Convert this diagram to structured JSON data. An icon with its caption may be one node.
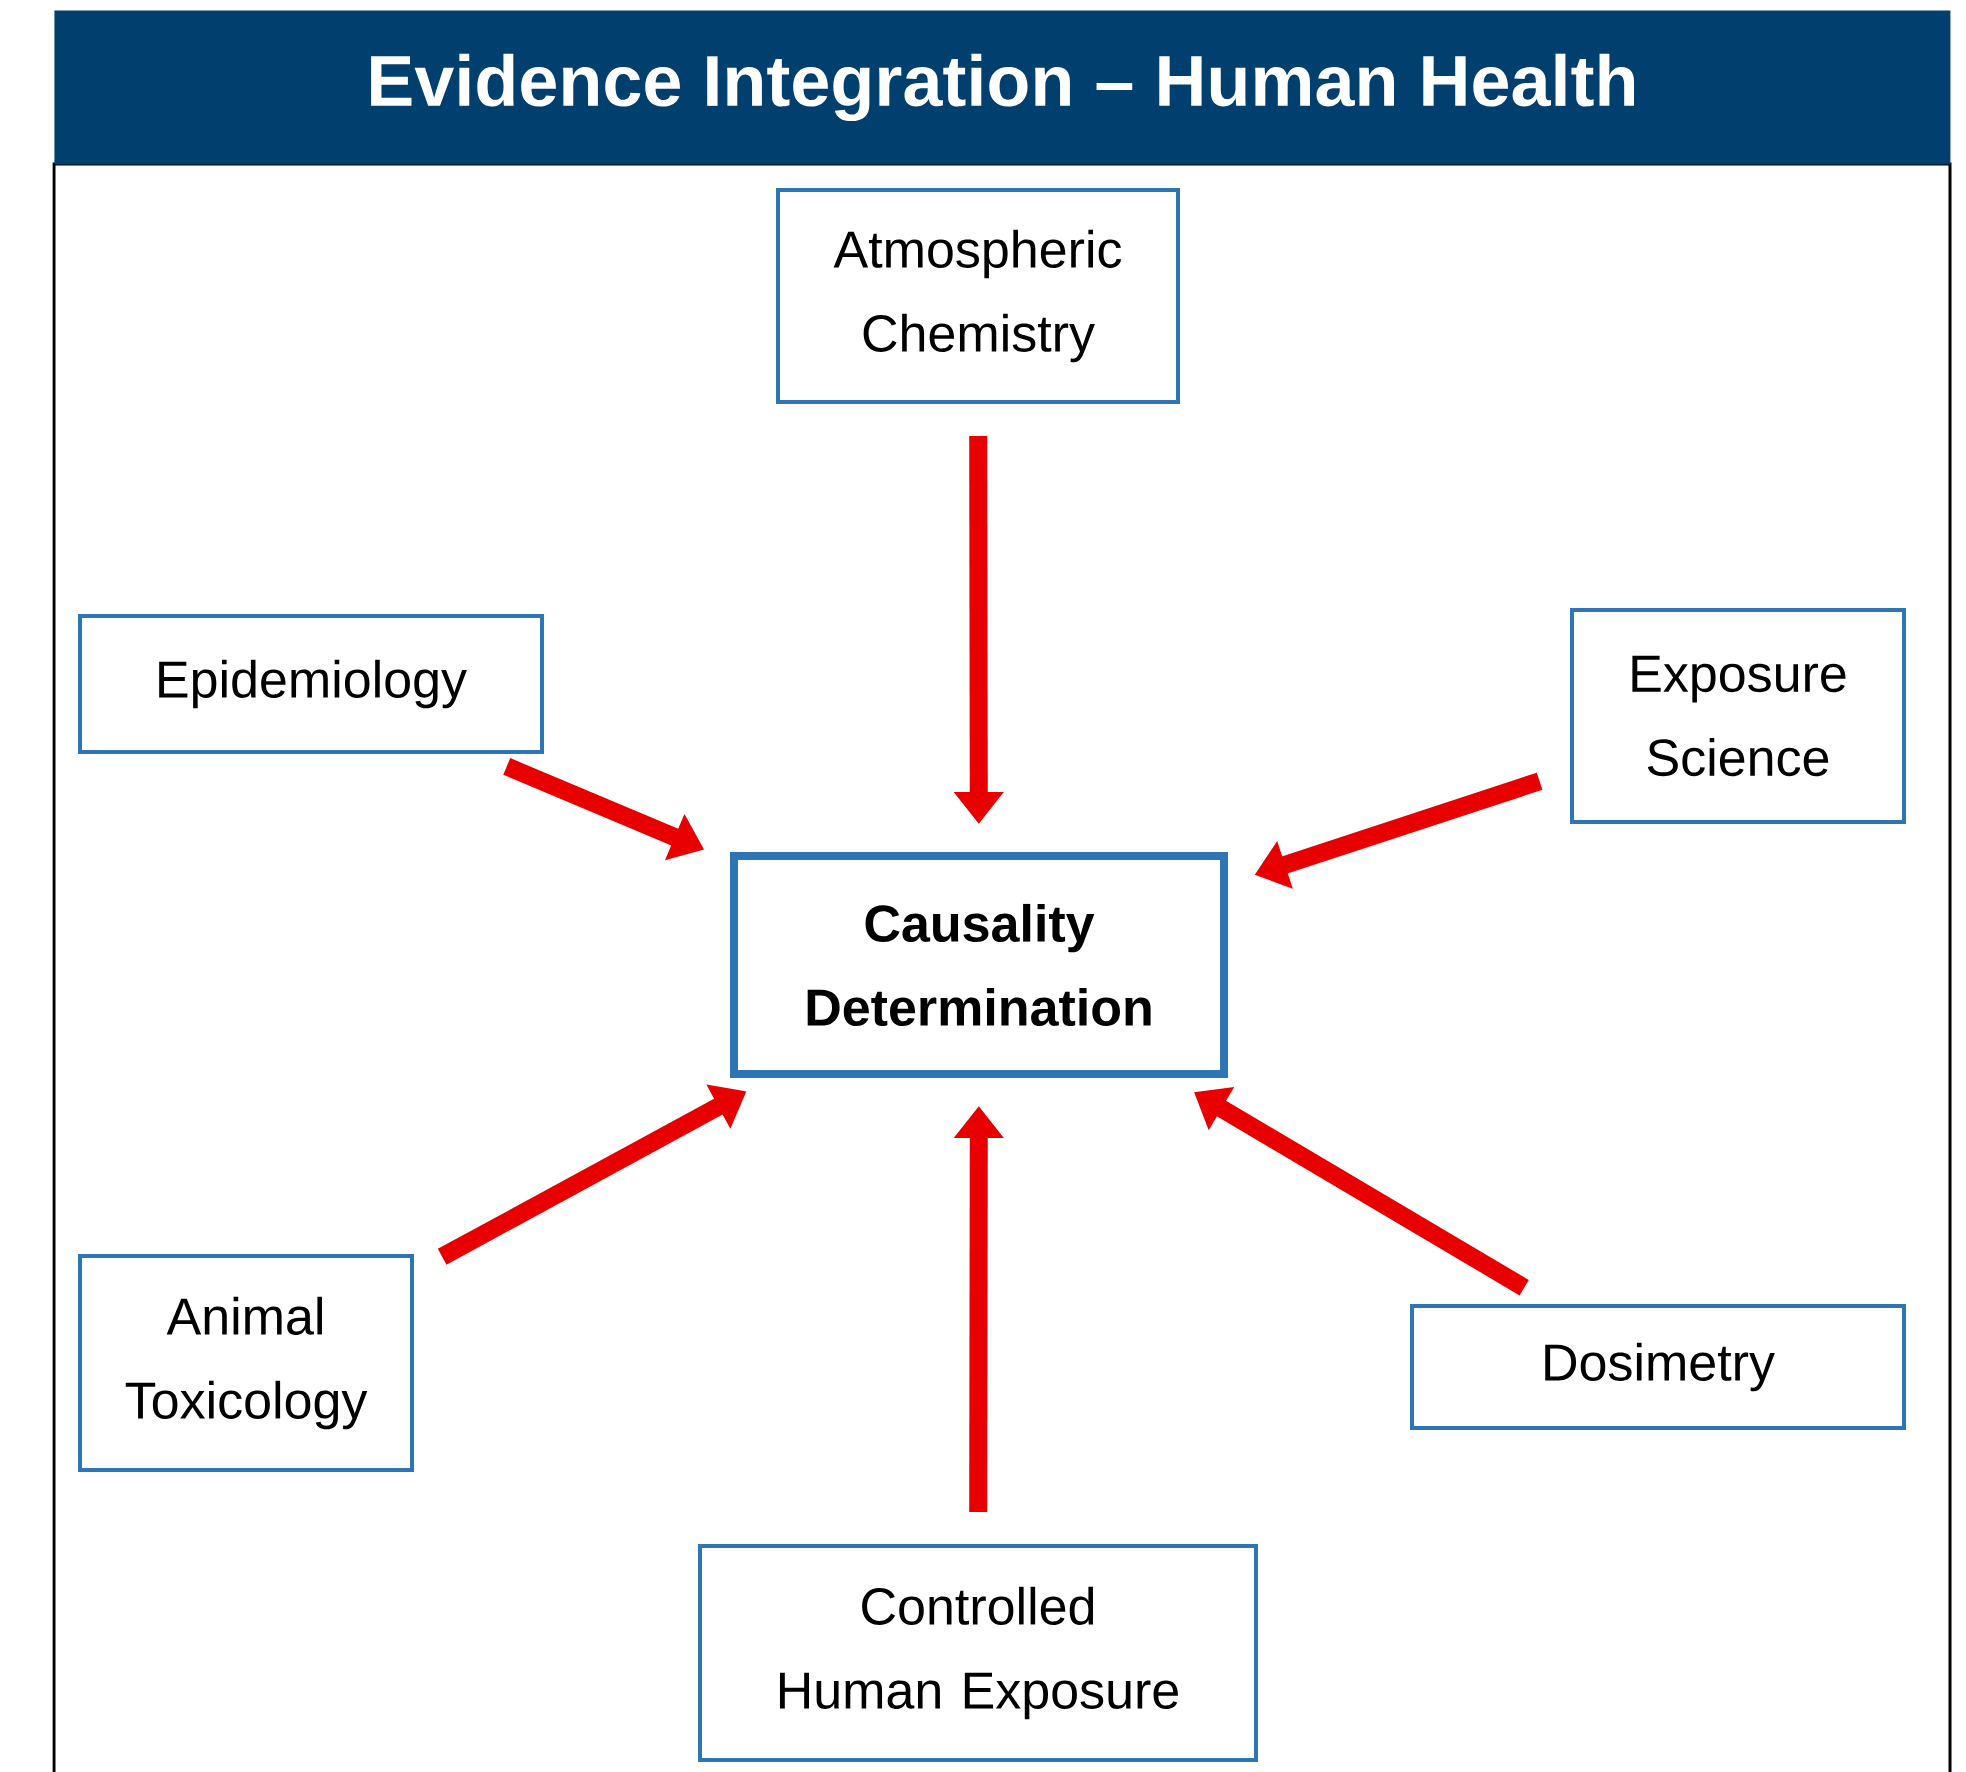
{
  "diagram": {
    "title": "Evidence Integration – Human Health",
    "nodes": [
      {
        "text": [
          "Atmospheric Chemistry"
        ]
      },
      {
        "text": [
          "Epidemiology"
        ]
      },
      {
        "text": [
          "Exposure Science"
        ]
      },
      {
        "text": [
          "Causality Determination"
        ]
      },
      {
        "text": [
          "Animal Toxicology"
        ]
      },
      {
        "text": [
          "Dosimetry"
        ]
      },
      {
        "text": [
          "Controlled Human Exposure"
        ]
      }
    ],
    "edges": [
      {
        "from": 0,
        "to": 3,
        "arrow": "to"
      },
      {
        "from": 1,
        "to": 3,
        "arrow": "to"
      },
      {
        "from": 2,
        "to": 3,
        "arrow": "to"
      },
      {
        "from": 4,
        "to": 3,
        "arrow": "to"
      },
      {
        "from": 5,
        "to": 3,
        "arrow": "to"
      },
      {
        "from": 6,
        "to": 3,
        "arrow": "to"
      }
    ]
  }
}
